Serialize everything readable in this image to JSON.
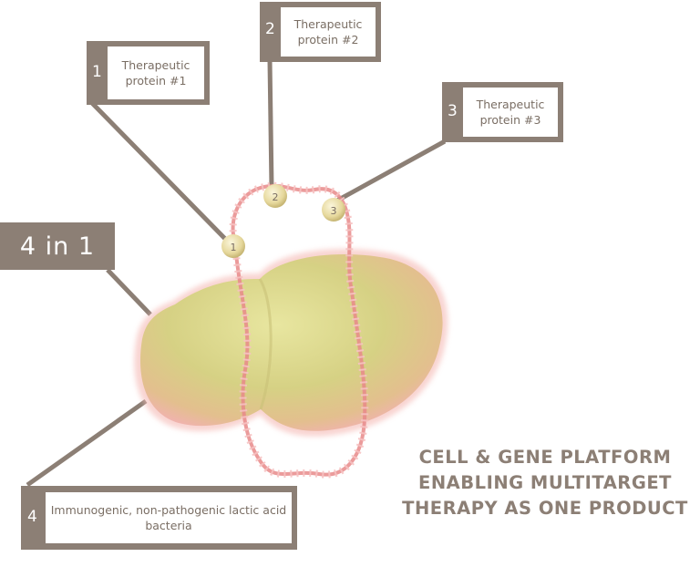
{
  "badge": {
    "text": "4 in 1"
  },
  "callouts": [
    {
      "number": "1",
      "label": "Therapeutic protein #1"
    },
    {
      "number": "2",
      "label": "Therapeutic protein #2"
    },
    {
      "number": "3",
      "label": "Therapeutic protein #3"
    },
    {
      "number": "4",
      "label": "Immunogenic, non-pathogenic lactic acid bacteria"
    }
  ],
  "beads": [
    "1",
    "2",
    "3"
  ],
  "tagline": [
    "CELL & GENE PLATFORM",
    "ENABLING MULTITARGET",
    "THERAPY AS ONE PRODUCT"
  ],
  "colors": {
    "callout": "#8c7f75",
    "bacteria": "#d8d488",
    "dna": "#e88a8a",
    "bead": "#eee3b0"
  }
}
